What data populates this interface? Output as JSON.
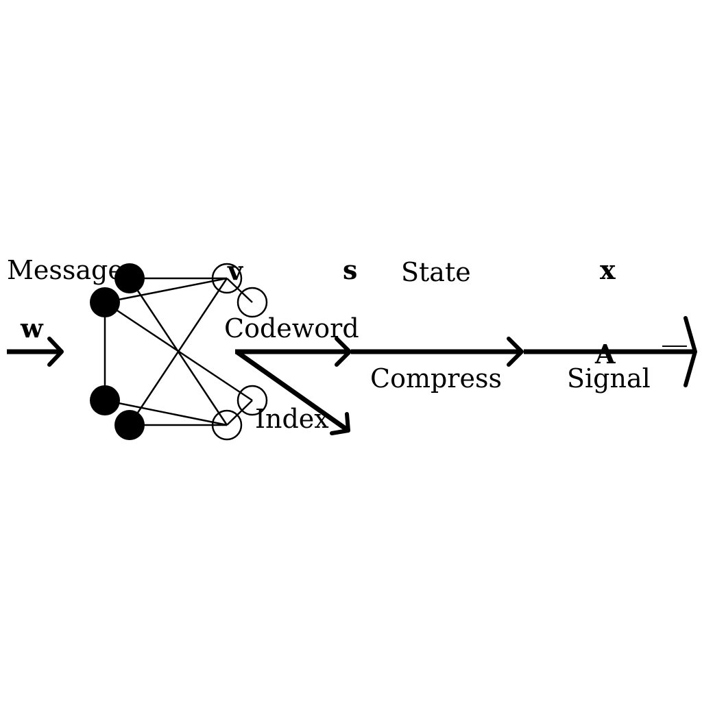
{
  "diagram": {
    "labels": {
      "message": "Message",
      "w": "w",
      "v": "v",
      "codeword": "Codeword",
      "index": "Index",
      "s": "s",
      "state": "State",
      "compress": "Compress",
      "x": "x",
      "signal": "Signal",
      "A": "A"
    },
    "colors": {
      "ink": "#000000",
      "background": "#ffffff"
    }
  }
}
